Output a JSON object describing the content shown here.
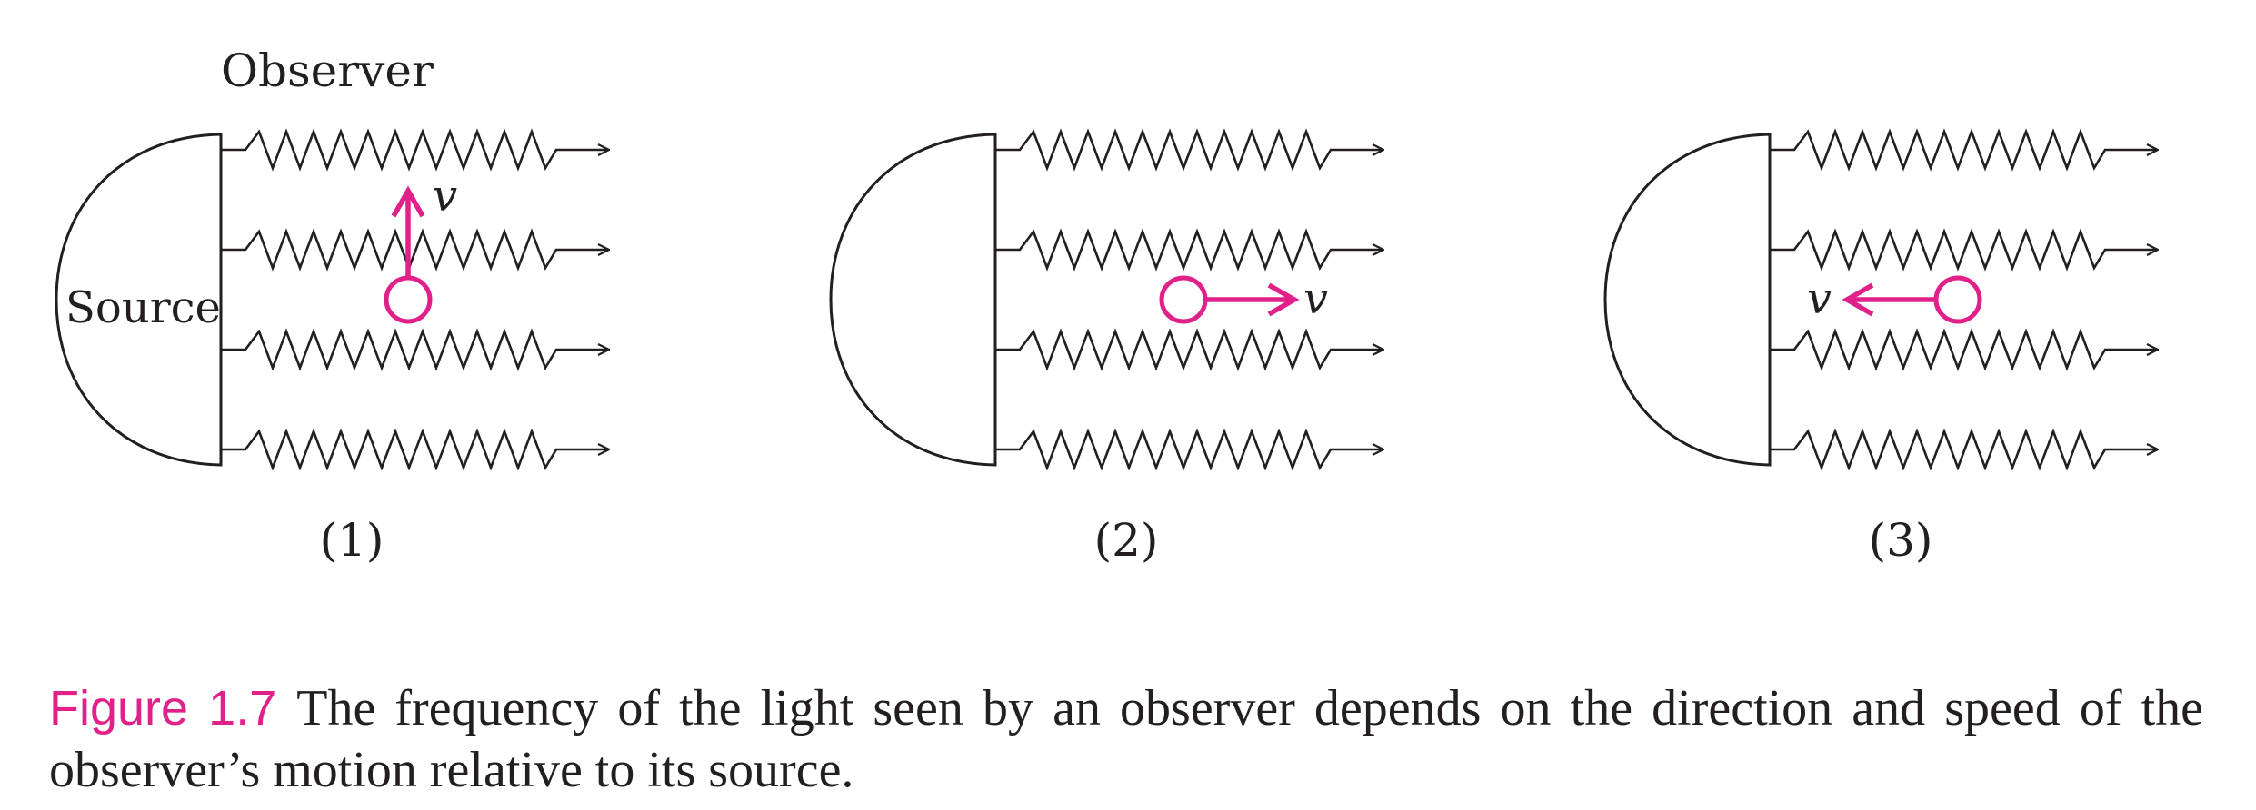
{
  "diagram": {
    "observer_label": "Observer",
    "source_label": "Source",
    "velocity_symbol": "v",
    "panels": [
      {
        "label": "(1)",
        "motion": "up"
      },
      {
        "label": "(2)",
        "motion": "right"
      },
      {
        "label": "(3)",
        "motion": "left"
      }
    ],
    "colors": {
      "ink": "#231f20",
      "accent": "#e0218a"
    }
  },
  "caption": {
    "label": "Figure 1.7",
    "text": "The frequency of the light seen by an observer depends on the direction and speed of the observer’s motion relative to its source."
  }
}
